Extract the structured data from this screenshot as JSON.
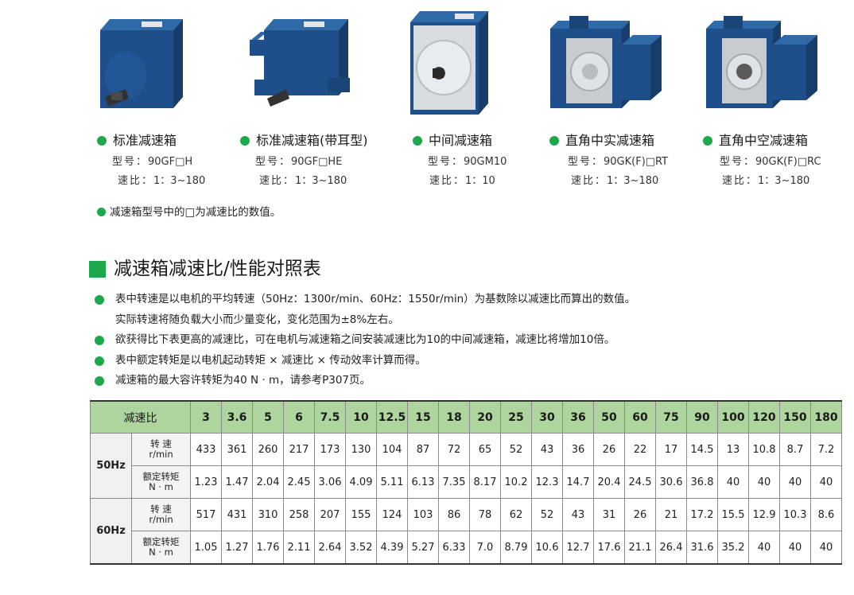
{
  "products": [
    {
      "title": "标准减速箱",
      "model_label": "型号：",
      "model": "90GF□H",
      "ratio_label": "速比：",
      "ratio": "1：3~180",
      "icon": "gearbox-standard-image"
    },
    {
      "title": "标准减速箱(带耳型)",
      "model_label": "型号：",
      "model": "90GF□HE",
      "ratio_label": "速比：",
      "ratio": "1：3~180",
      "icon": "gearbox-eared-image"
    },
    {
      "title": "中间减速箱",
      "model_label": "型号：",
      "model": "90GM10",
      "ratio_label": "速比：",
      "ratio": "1：10",
      "icon": "gearbox-intermediate-image"
    },
    {
      "title": "直角中实减速箱",
      "model_label": "型号：",
      "model": "90GK(F)□RT",
      "ratio_label": "速比：",
      "ratio": "1：3~180",
      "icon": "gearbox-right-angle-solid-image"
    },
    {
      "title": "直角中空减速箱",
      "model_label": "型号：",
      "model": "90GK(F)□RC",
      "ratio_label": "速比：",
      "ratio": "1：3~180",
      "icon": "gearbox-right-angle-hollow-image"
    }
  ],
  "note": "减速箱型号中的□为减速比的数值。",
  "section_title": "减速箱减速比/性能对照表",
  "bullets": [
    {
      "line1": "表中转速是以电机的平均转速（50Hz：1300r/min、60Hz：1550r/min）为基数除以减速比而算出的数值。",
      "line2": "实际转速将随负载大小而少量变化，变化范围为±8%左右。"
    },
    {
      "line1": "欲获得比下表更高的减速比，可在电机与减速箱之间安装减速比为10的中间减速箱，减速比将增加10倍。",
      "line2": ""
    },
    {
      "line1": "表中额定转矩是以电机起动转矩 × 减速比 × 传动效率计算而得。",
      "line2": ""
    },
    {
      "line1": "减速箱的最大容许转矩为40 N · m，请参考P307页。",
      "line2": ""
    }
  ],
  "table": {
    "ratio_header": "减速比",
    "ratios": [
      "3",
      "3.6",
      "5",
      "6",
      "7.5",
      "10",
      "12.5",
      "15",
      "18",
      "20",
      "25",
      "30",
      "36",
      "50",
      "60",
      "75",
      "90",
      "100",
      "120",
      "150",
      "180"
    ],
    "groups": [
      {
        "freq": "50Hz",
        "rows": [
          {
            "label1": "转 速",
            "label2": "r/min",
            "values": [
              "433",
              "361",
              "260",
              "217",
              "173",
              "130",
              "104",
              "87",
              "72",
              "65",
              "52",
              "43",
              "36",
              "26",
              "22",
              "17",
              "14.5",
              "13",
              "10.8",
              "8.7",
              "7.2"
            ]
          },
          {
            "label1": "额定转矩",
            "label2": "N · m",
            "values": [
              "1.23",
              "1.47",
              "2.04",
              "2.45",
              "3.06",
              "4.09",
              "5.11",
              "6.13",
              "7.35",
              "8.17",
              "10.2",
              "12.3",
              "14.7",
              "20.4",
              "24.5",
              "30.6",
              "36.8",
              "40",
              "40",
              "40",
              "40"
            ]
          }
        ]
      },
      {
        "freq": "60Hz",
        "rows": [
          {
            "label1": "转 速",
            "label2": "r/min",
            "values": [
              "517",
              "431",
              "310",
              "258",
              "207",
              "155",
              "124",
              "103",
              "86",
              "78",
              "62",
              "52",
              "43",
              "31",
              "26",
              "21",
              "17.2",
              "15.5",
              "12.9",
              "10.3",
              "8.6"
            ]
          },
          {
            "label1": "额定转矩",
            "label2": "N · m",
            "values": [
              "1.05",
              "1.27",
              "1.76",
              "2.11",
              "2.64",
              "3.52",
              "4.39",
              "5.27",
              "6.33",
              "7.0",
              "8.79",
              "10.6",
              "12.7",
              "17.6",
              "21.1",
              "26.4",
              "31.6",
              "35.2",
              "40",
              "40",
              "40"
            ]
          }
        ]
      }
    ]
  },
  "colors": {
    "accent_green": "#1fa84b",
    "header_green": "#aed59e",
    "gearbox_blue": "#1f4f8a"
  }
}
